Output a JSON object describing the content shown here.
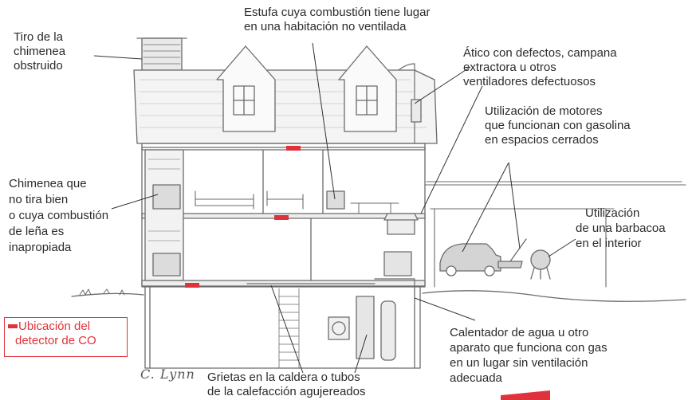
{
  "labels": {
    "chimney_blocked": [
      "Tiro de la",
      "chimenea",
      "obstruido"
    ],
    "stove": [
      "Estufa cuya combustión tiene lugar",
      "en una habitación no ventilada"
    ],
    "attic": [
      "Ático con defectos, campana",
      "extractora u otros",
      "ventiladores defectuosos"
    ],
    "engines": [
      "Utilización de motores",
      "que funcionan con gasolina",
      "en espacios cerrados"
    ],
    "fireplace": [
      "Chimenea que",
      "no tira bien",
      "o cuya combustión",
      "de leña es",
      "inapropiada"
    ],
    "barbecue": [
      "Utilización",
      "de una barbacoa",
      "en el interior"
    ],
    "water_heater": [
      "Calentador de agua u otro",
      "aparato que funciona con gas",
      "en un lugar sin ventilación",
      "adecuada"
    ],
    "furnace": [
      "Grietas en la caldera o tubos",
      "de la calefacción agujereados"
    ]
  },
  "legend": {
    "lines": [
      "Ubicación del",
      "detector de CO"
    ],
    "color": "#e0323a"
  },
  "signature": "C. Lynn",
  "colors": {
    "detector": "#e0323a",
    "sketch": "#6b6b6b",
    "text": "#2b2b2b"
  }
}
